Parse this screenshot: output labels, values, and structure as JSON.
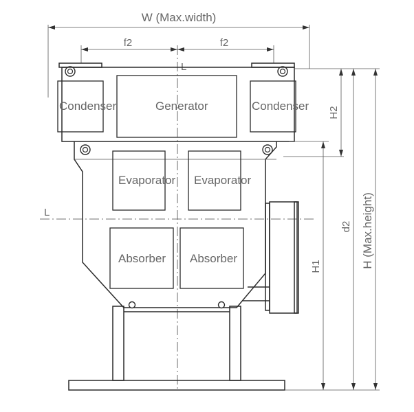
{
  "dimensions": {
    "width": "W (Max.width)",
    "f2_left": "f2",
    "f2_right": "f2",
    "h2": "H2",
    "d2": "d2",
    "h1": "H1",
    "height": "H (Max.height)"
  },
  "centerline": {
    "top_marker": "L",
    "left_marker": "L"
  },
  "components": {
    "condenser_left": "Condenser",
    "generator": "Generator",
    "condenser_right": "Condenser",
    "evaporator_left": "Evaporator",
    "evaporator_right": "Evaporator",
    "absorber_left": "Absorber",
    "absorber_right": "Absorber"
  }
}
